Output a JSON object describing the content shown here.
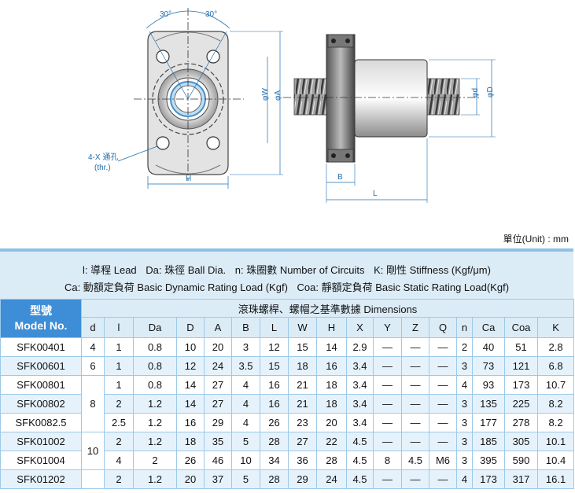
{
  "drawing": {
    "angle_left": "30°",
    "angle_right": "30°",
    "hole_label": "4-X 通孔",
    "hole_label_sub": "(thr.)",
    "dim_h": "H",
    "dim_w": "φW",
    "dim_a": "φA",
    "dim_b": "B",
    "dim_l": "L",
    "dim_d_small": "φd",
    "dim_d_large": "φD"
  },
  "unit_label": "單位(Unit) : mm",
  "legend": {
    "line1": [
      "l: 導程 Lead",
      "Da: 珠徑 Ball Dia.",
      "n: 珠圈數 Number of Circuits",
      "K: 剛性 Stiffness (Kgf/μm)"
    ],
    "line2": [
      "Ca: 動額定負荷 Basic Dynamic Rating Load (Kgf)",
      "Coa: 靜額定負荷 Basic Static Rating Load(Kgf)"
    ]
  },
  "table": {
    "model_header_zh": "型號",
    "model_header_en": "Model No.",
    "dims_header": "滾珠螺桿、螺帽之基準數據 Dimensions",
    "columns": [
      "d",
      "l",
      "Da",
      "D",
      "A",
      "B",
      "L",
      "W",
      "H",
      "X",
      "Y",
      "Z",
      "Q",
      "n",
      "Ca",
      "Coa",
      "K"
    ],
    "rows": [
      {
        "model": "SFK00401",
        "l": "1",
        "Da": "0.8",
        "D": "10",
        "A": "20",
        "B": "3",
        "L": "12",
        "W": "15",
        "H": "14",
        "X": "2.9",
        "Y": "—",
        "Z": "—",
        "Q": "—",
        "n": "2",
        "Ca": "40",
        "Coa": "51",
        "K": "2.8"
      },
      {
        "model": "SFK00601",
        "l": "1",
        "Da": "0.8",
        "D": "12",
        "A": "24",
        "B": "3.5",
        "L": "15",
        "W": "18",
        "H": "16",
        "X": "3.4",
        "Y": "—",
        "Z": "—",
        "Q": "—",
        "n": "3",
        "Ca": "73",
        "Coa": "121",
        "K": "6.8"
      },
      {
        "model": "SFK00801",
        "l": "1",
        "Da": "0.8",
        "D": "14",
        "A": "27",
        "B": "4",
        "L": "16",
        "W": "21",
        "H": "18",
        "X": "3.4",
        "Y": "—",
        "Z": "—",
        "Q": "—",
        "n": "4",
        "Ca": "93",
        "Coa": "173",
        "K": "10.7"
      },
      {
        "model": "SFK00802",
        "l": "2",
        "Da": "1.2",
        "D": "14",
        "A": "27",
        "B": "4",
        "L": "16",
        "W": "21",
        "H": "18",
        "X": "3.4",
        "Y": "—",
        "Z": "—",
        "Q": "—",
        "n": "3",
        "Ca": "135",
        "Coa": "225",
        "K": "8.2"
      },
      {
        "model": "SFK0082.5",
        "l": "2.5",
        "Da": "1.2",
        "D": "16",
        "A": "29",
        "B": "4",
        "L": "26",
        "W": "23",
        "H": "20",
        "X": "3.4",
        "Y": "—",
        "Z": "—",
        "Q": "—",
        "n": "3",
        "Ca": "177",
        "Coa": "278",
        "K": "8.2"
      },
      {
        "model": "SFK01002",
        "l": "2",
        "Da": "1.2",
        "D": "18",
        "A": "35",
        "B": "5",
        "L": "28",
        "W": "27",
        "H": "22",
        "X": "4.5",
        "Y": "—",
        "Z": "—",
        "Q": "—",
        "n": "3",
        "Ca": "185",
        "Coa": "305",
        "K": "10.1"
      },
      {
        "model": "SFK01004",
        "l": "4",
        "Da": "2",
        "D": "26",
        "A": "46",
        "B": "10",
        "L": "34",
        "W": "36",
        "H": "28",
        "X": "4.5",
        "Y": "8",
        "Z": "4.5",
        "Q": "M6",
        "n": "3",
        "Ca": "395",
        "Coa": "590",
        "K": "10.4"
      },
      {
        "model": "SFK01202",
        "l": "2",
        "Da": "1.2",
        "D": "20",
        "A": "37",
        "B": "5",
        "L": "28",
        "W": "29",
        "H": "24",
        "X": "4.5",
        "Y": "—",
        "Z": "—",
        "Q": "—",
        "n": "4",
        "Ca": "173",
        "Coa": "317",
        "K": "16.1"
      }
    ],
    "d_groups": [
      {
        "value": "4"
      },
      {
        "value": "6"
      },
      {
        "value": "8"
      },
      {
        "value": "10"
      },
      {
        "value": ""
      }
    ]
  }
}
